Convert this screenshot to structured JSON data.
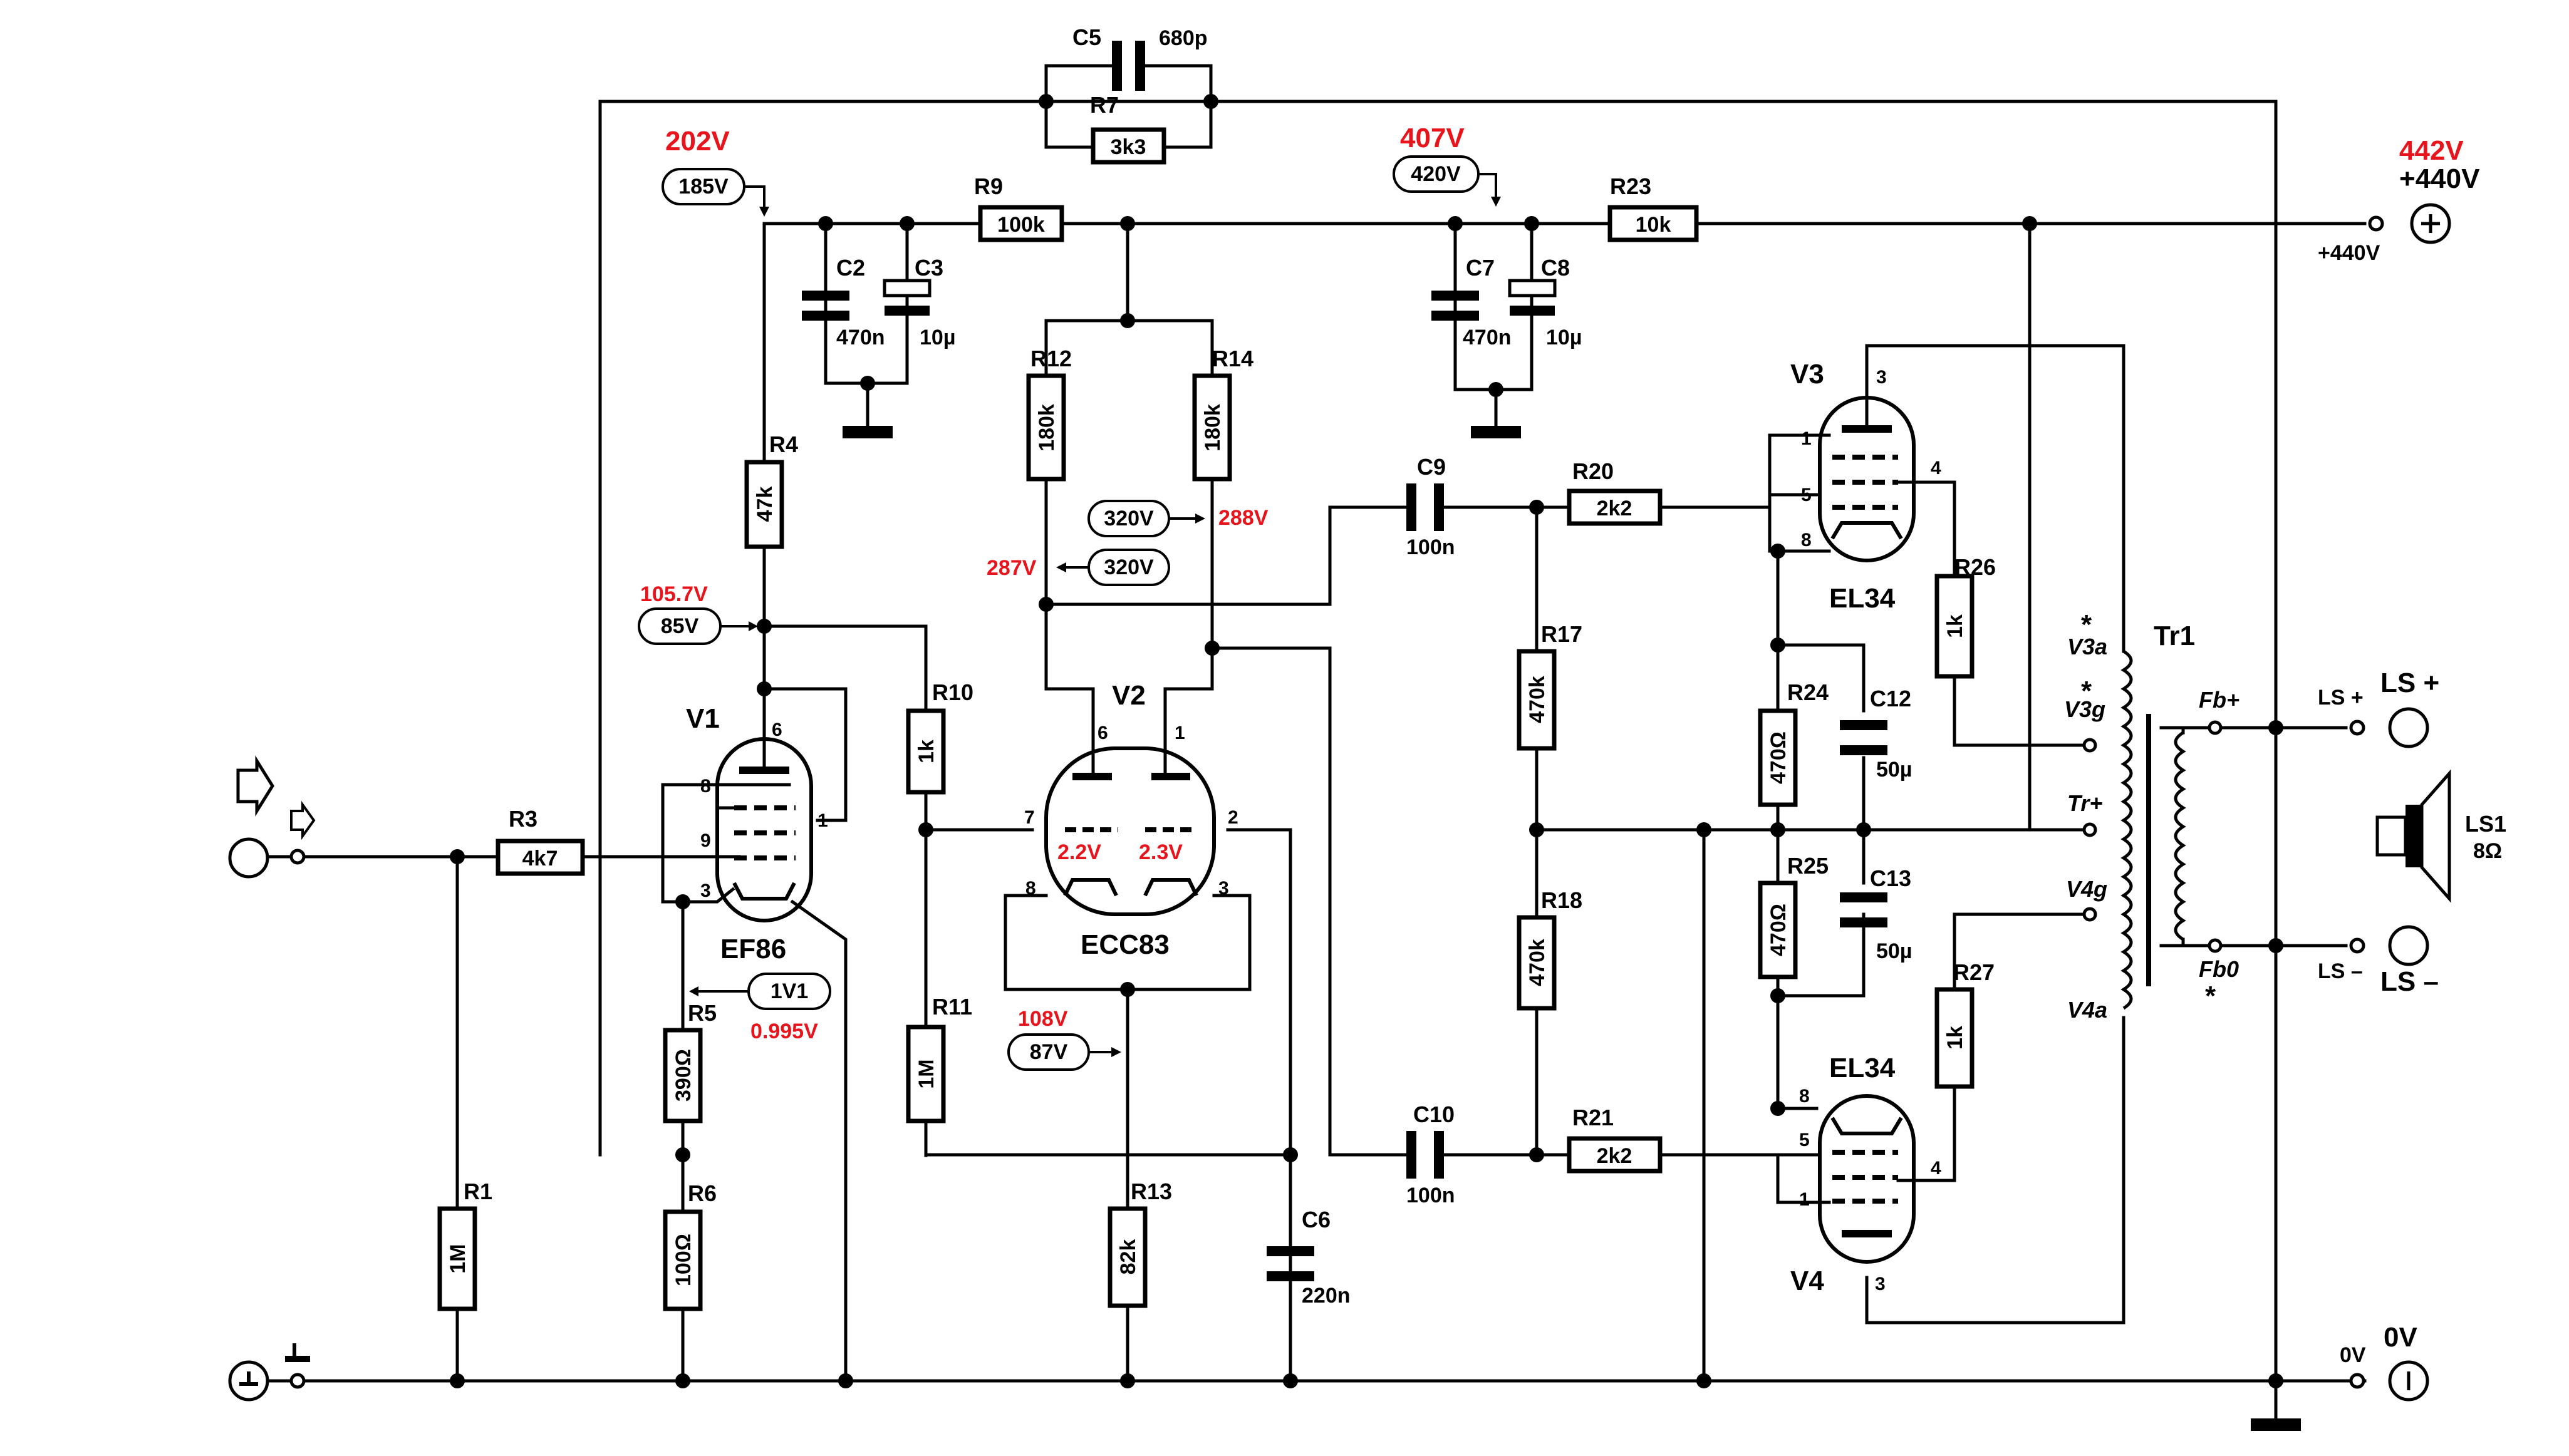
{
  "colors": {
    "ink": "#000000",
    "measured": "#e8141c",
    "background": "#ffffff"
  },
  "components": {
    "R1": {
      "ref": "R1",
      "value": "1M"
    },
    "R3": {
      "ref": "R3",
      "value": "4k7"
    },
    "R4": {
      "ref": "R4",
      "value": "47k"
    },
    "R5": {
      "ref": "R5",
      "value": "390Ω"
    },
    "R6": {
      "ref": "R6",
      "value": "100Ω"
    },
    "R7": {
      "ref": "R7",
      "value": "3k3"
    },
    "R9": {
      "ref": "R9",
      "value": "100k"
    },
    "R10": {
      "ref": "R10",
      "value": "1k"
    },
    "R11": {
      "ref": "R11",
      "value": "1M"
    },
    "R12": {
      "ref": "R12",
      "value": "180k"
    },
    "R13": {
      "ref": "R13",
      "value": "82k"
    },
    "R14": {
      "ref": "R14",
      "value": "180k"
    },
    "R17": {
      "ref": "R17",
      "value": "470k"
    },
    "R18": {
      "ref": "R18",
      "value": "470k"
    },
    "R20": {
      "ref": "R20",
      "value": "2k2"
    },
    "R21": {
      "ref": "R21",
      "value": "2k2"
    },
    "R23": {
      "ref": "R23",
      "value": "10k"
    },
    "R24": {
      "ref": "R24",
      "value": "470Ω"
    },
    "R25": {
      "ref": "R25",
      "value": "470Ω"
    },
    "R26": {
      "ref": "R26",
      "value": "1k"
    },
    "R27": {
      "ref": "R27",
      "value": "1k"
    },
    "C2": {
      "ref": "C2",
      "value": "470n"
    },
    "C3": {
      "ref": "C3",
      "value": "10µ"
    },
    "C5": {
      "ref": "C5",
      "value": "680p"
    },
    "C6": {
      "ref": "C6",
      "value": "220n"
    },
    "C7": {
      "ref": "C7",
      "value": "470n"
    },
    "C8": {
      "ref": "C8",
      "value": "10µ"
    },
    "C9": {
      "ref": "C9",
      "value": "100n"
    },
    "C10": {
      "ref": "C10",
      "value": "100n"
    },
    "C12": {
      "ref": "C12",
      "value": "50µ"
    },
    "C13": {
      "ref": "C13",
      "value": "50µ"
    }
  },
  "tubes": {
    "V1": {
      "ref": "V1",
      "type": "EF86"
    },
    "V2": {
      "ref": "V2",
      "type": "ECC83"
    },
    "V3": {
      "ref": "V3",
      "type": "EL34"
    },
    "V4": {
      "ref": "V4",
      "type": "EL34"
    }
  },
  "transformer": {
    "ref": "Tr1",
    "taps": {
      "v3a": "V3a",
      "v3g": "V3g",
      "trplus": "Tr+",
      "v4g": "V4g",
      "v4a": "V4a",
      "fbplus": "Fb+",
      "fb0": "Fb0"
    },
    "star": "*"
  },
  "speaker": {
    "ref": "LS1",
    "impedance": "8Ω"
  },
  "terminals": {
    "supply_big": "+440V",
    "supply_small": "+440V",
    "ls_plus_small": "LS +",
    "ls_plus_big": "LS +",
    "ls_minus_small": "LS –",
    "ls_minus_big": "LS –",
    "zero_small": "0V",
    "zero_big": "0V"
  },
  "nominal_voltages": {
    "v1_screen": "185V",
    "v1_anode": "85V",
    "v1_cathode": "1V1",
    "v2_anode_in": "320V",
    "v2_anode_out": "320V",
    "v2_tail": "87V",
    "supply_node": "420V"
  },
  "measured_voltages": {
    "v1_screen": "202V",
    "v1_anode": "105.7V",
    "v1_cathode": "0.995V",
    "v2_anode_right": "288V",
    "v2_anode_left": "287V",
    "v2_tail": "108V",
    "v2_grid_left": "2.2V",
    "v2_grid_right": "2.3V",
    "supply_node": "407V",
    "supply": "442V"
  },
  "pins": {
    "v1": [
      "6",
      "8",
      "9",
      "3",
      "1"
    ],
    "v2": [
      "6",
      "1",
      "7",
      "2",
      "8",
      "3"
    ],
    "v3": [
      "3",
      "1",
      "5",
      "8",
      "4"
    ],
    "v4": [
      "8",
      "5",
      "1",
      "4",
      "3"
    ]
  }
}
